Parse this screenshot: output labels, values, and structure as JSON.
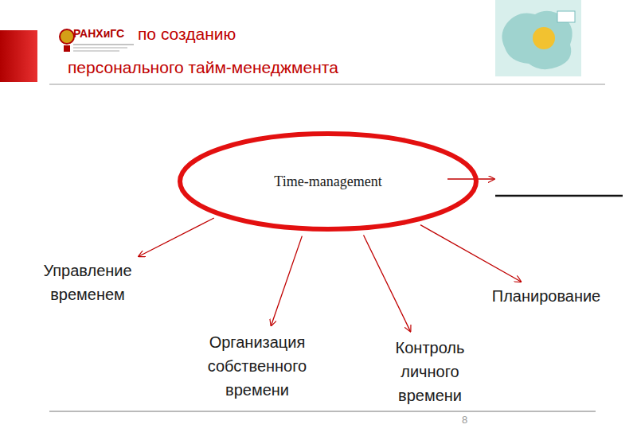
{
  "diagram": {
    "title": "по созданию персонального тайм-менеджмента",
    "nodes": [
      {
        "text": [
          "Time-management"
        ]
      },
      {
        "text": [
          "Управление временем"
        ]
      },
      {
        "text": [
          "Организация собственного времени"
        ]
      },
      {
        "text": [
          "Контроль личного времени"
        ]
      },
      {
        "text": [
          "Планирование"
        ]
      }
    ],
    "edges": [
      {
        "from": 0,
        "to": 1,
        "arrow": "to"
      },
      {
        "from": 0,
        "to": 2,
        "arrow": "to"
      },
      {
        "from": 0,
        "to": 3,
        "arrow": "to"
      },
      {
        "from": 0,
        "to": 4,
        "arrow": "to"
      }
    ],
    "labels": [
      "РАНХиГС",
      "8"
    ]
  }
}
